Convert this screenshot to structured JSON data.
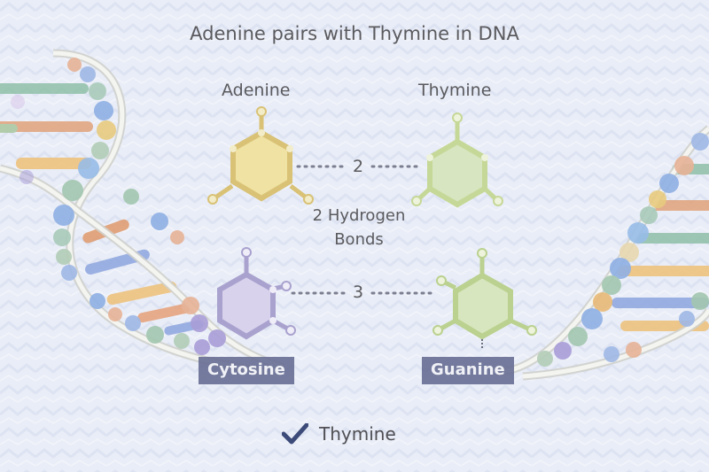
{
  "title": "Adenine pairs with Thymine in DNA",
  "bases": {
    "adenine": {
      "label": "Adenine",
      "color": "#e6d48a"
    },
    "thymine": {
      "label": "Thymine",
      "color": "#cfe0a8"
    },
    "cytosine": {
      "label": "Cytosine",
      "color": "#c4b9e0"
    },
    "guanine": {
      "label": "Guanine",
      "color": "#c9dca0"
    }
  },
  "bonds": {
    "at_count": "2",
    "cg_count": "3",
    "caption_line1": "2 Hydrogen",
    "caption_line2": "Bonds"
  },
  "answer": {
    "icon": "checkmark-icon",
    "text": "Thymine",
    "check_color": "#3b4a78"
  },
  "colors": {
    "background": "#e9edf7",
    "tag_background": "#6b7196"
  }
}
